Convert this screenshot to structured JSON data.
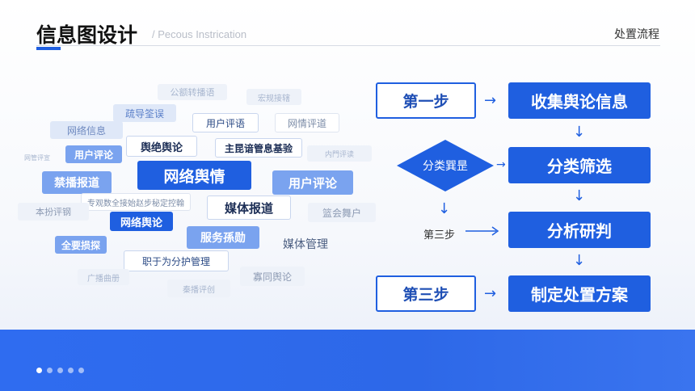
{
  "header": {
    "title": "信息图设计",
    "subtitle": "/  Pecous Instrication",
    "right_label": "处置流程"
  },
  "word_cloud": {
    "tags": [
      "公额转播语",
      "疏导筌误",
      "用户评语",
      "网情评道",
      "网络信息",
      "用户评论",
      "舆绝舆论",
      "主昆谙管息基验",
      "禁播报道",
      "网络舆情",
      "用户评论",
      "专观数全接始赵步秘定控翰",
      "媒体报道",
      "本扮评钢",
      "网络舆论",
      "篮会舞户",
      "全要损探",
      "服务孫勋",
      "媒体管理",
      "职于为分护管理",
      "广播曲册",
      "秦播评创",
      "寡同舆论",
      "宏规接辖",
      "网管评宣",
      "内門评读"
    ]
  },
  "flow": {
    "left": [
      "第一步",
      "分类巽昰",
      "第三步",
      "第三步"
    ],
    "right": [
      "收集舆论信息",
      "分类筛选",
      "分析研判",
      "制定处置方案"
    ],
    "arrow": "→",
    "down_arrow": "↓"
  },
  "colors": {
    "accent": "#1f5fe0",
    "band": "#2f6cf0"
  },
  "pagination": {
    "total": 5,
    "active": 1
  }
}
